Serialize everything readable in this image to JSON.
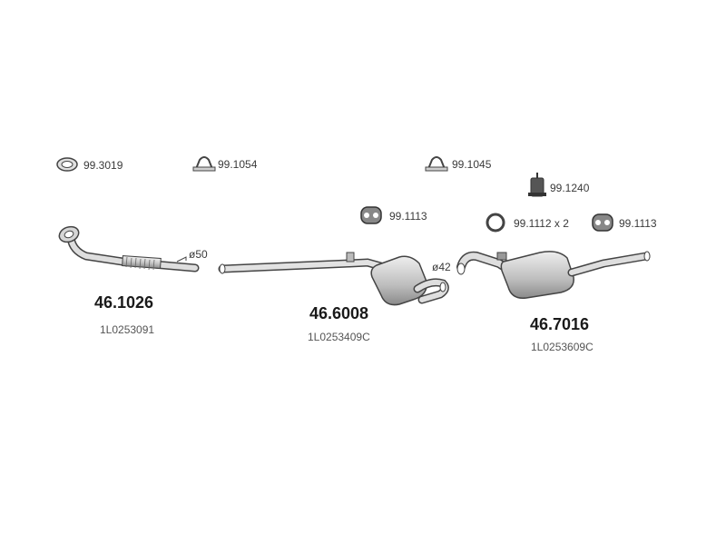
{
  "accessories": [
    {
      "code": "99.3019",
      "icon": "ring-clamp-icon"
    },
    {
      "code": "99.1054",
      "icon": "u-bolt-clamp-icon"
    },
    {
      "code": "99.1045",
      "icon": "u-bolt-clamp-icon"
    },
    {
      "code": "99.1240",
      "icon": "rubber-mount-block-icon"
    },
    {
      "code": "99.1113",
      "icon": "rubber-hanger-icon"
    },
    {
      "code": "99.1112 x 2",
      "icon": "sealing-ring-icon"
    },
    {
      "code": "99.1113",
      "icon": "rubber-hanger-icon"
    }
  ],
  "sections": [
    {
      "part_number": "46.1026",
      "oem_number": "1L0253091",
      "diameter": "ø50",
      "icon": "front-pipe-icon"
    },
    {
      "part_number": "46.6008",
      "oem_number": "1L0253409C",
      "diameter": "ø42",
      "icon": "middle-silencer-icon"
    },
    {
      "part_number": "46.7016",
      "oem_number": "1L0253609C",
      "icon": "rear-silencer-icon"
    }
  ],
  "colors": {
    "line": "#444444",
    "fill": "#d9d9d9",
    "fill_dark": "#b5b5b5",
    "text": "#333333"
  }
}
